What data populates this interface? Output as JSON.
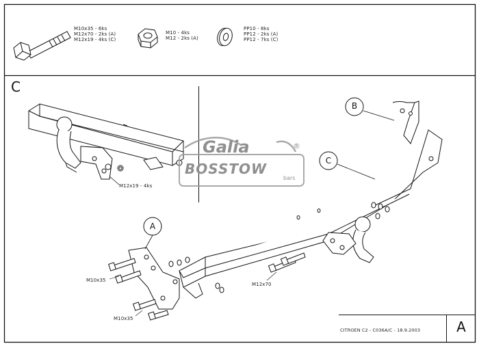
{
  "hardware": {
    "bolts": {
      "icon": "bolt-icon",
      "lines": [
        "M10x35 - 6ks",
        "M12x70 - 2ks (A)",
        "M12x19 - 4ks (C)"
      ]
    },
    "nuts": {
      "icon": "nut-icon",
      "lines": [
        "M10 - 4ks",
        "M12 - 2ks (A)"
      ]
    },
    "washers": {
      "icon": "washer-icon",
      "lines": [
        "PP10 - 8ks",
        "PP12 - 2ks (A)",
        "PP12 - 7ks (C)"
      ]
    }
  },
  "panel": {
    "letter": "C",
    "callout": "M12x19 - 4ks"
  },
  "callouts": {
    "a": "A",
    "b": "B",
    "c": "C"
  },
  "bolt_labels": {
    "m10_upper": "M10x35",
    "m10_lower": "M10x35",
    "m12": "M12x70"
  },
  "watermark": {
    "main": "BOSSTOW",
    "sub": "bars",
    "brand": "Galia",
    "mark": "®"
  },
  "footer": {
    "caption": "CITROEN C2 - C036A/C - 18.9.2003",
    "sheet_letter": "A"
  }
}
